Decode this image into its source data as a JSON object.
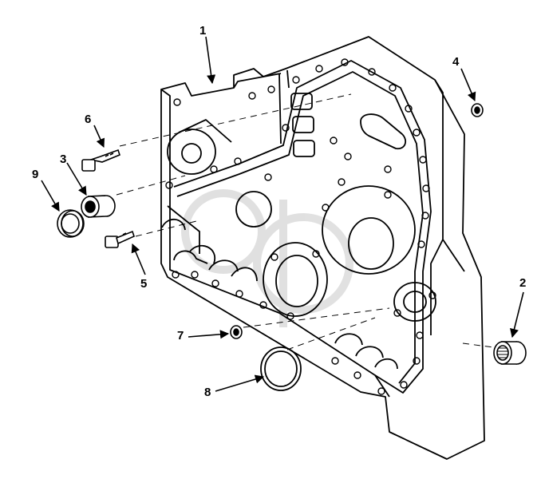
{
  "diagram": {
    "type": "exploded-parts-view",
    "colors": {
      "line": "#000000",
      "background": "#ffffff",
      "watermark": "#d9d9d9"
    },
    "callouts": [
      {
        "id": "c1",
        "label": "1"
      },
      {
        "id": "c2",
        "label": "2"
      },
      {
        "id": "c3",
        "label": "3"
      },
      {
        "id": "c4",
        "label": "4"
      },
      {
        "id": "c5",
        "label": "5"
      },
      {
        "id": "c6",
        "label": "6"
      },
      {
        "id": "c7",
        "label": "7"
      },
      {
        "id": "c8",
        "label": "8"
      },
      {
        "id": "c9",
        "label": "9"
      }
    ]
  }
}
